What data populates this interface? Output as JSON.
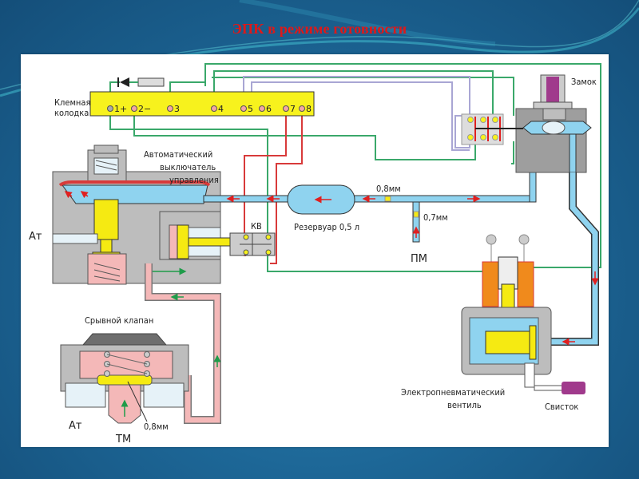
{
  "slide": {
    "title": "ЭПК в режиме готовности"
  },
  "diagram": {
    "terminal_block": {
      "label_line1": "Клемная",
      "label_line2": "колодка",
      "terminals": [
        "1+",
        "2−",
        "3",
        "4",
        "5",
        "6",
        "7",
        "8"
      ]
    },
    "components": {
      "auto_switch": {
        "line1": "Автоматический",
        "line2": "выключатель",
        "line3": "управления"
      },
      "reservoir": "Резервуар 0,5 л",
      "kv": "КВ",
      "lock": "Замок",
      "breakaway_valve": "Срывной клапан",
      "ep_valve": {
        "line1": "Электропневматический",
        "line2": "вентиль"
      },
      "whistle": "Свисток"
    },
    "labels": {
      "atm_upper": "Ат",
      "atm_lower": "Ат",
      "tm": "ТМ",
      "pm": "ПМ",
      "orifice_08_pipe": "0,8мм",
      "orifice_07": "0,7мм",
      "orifice_08_valve": "0,8мм"
    },
    "colors": {
      "air_blue": "#8fd3ef",
      "air_pink": "#f4b8b8",
      "body_gray": "#bdbdbd",
      "piston_yellow": "#f5ea12",
      "wire_green": "#3aa86a",
      "wire_red": "#d83a3a",
      "wire_lilac": "#a9a6d4",
      "flow_arrow_red": "#e02020",
      "flow_arrow_green": "#1f9c4a",
      "coil_orange": "#f08a1c",
      "whistle_purple": "#a03a8c"
    }
  }
}
